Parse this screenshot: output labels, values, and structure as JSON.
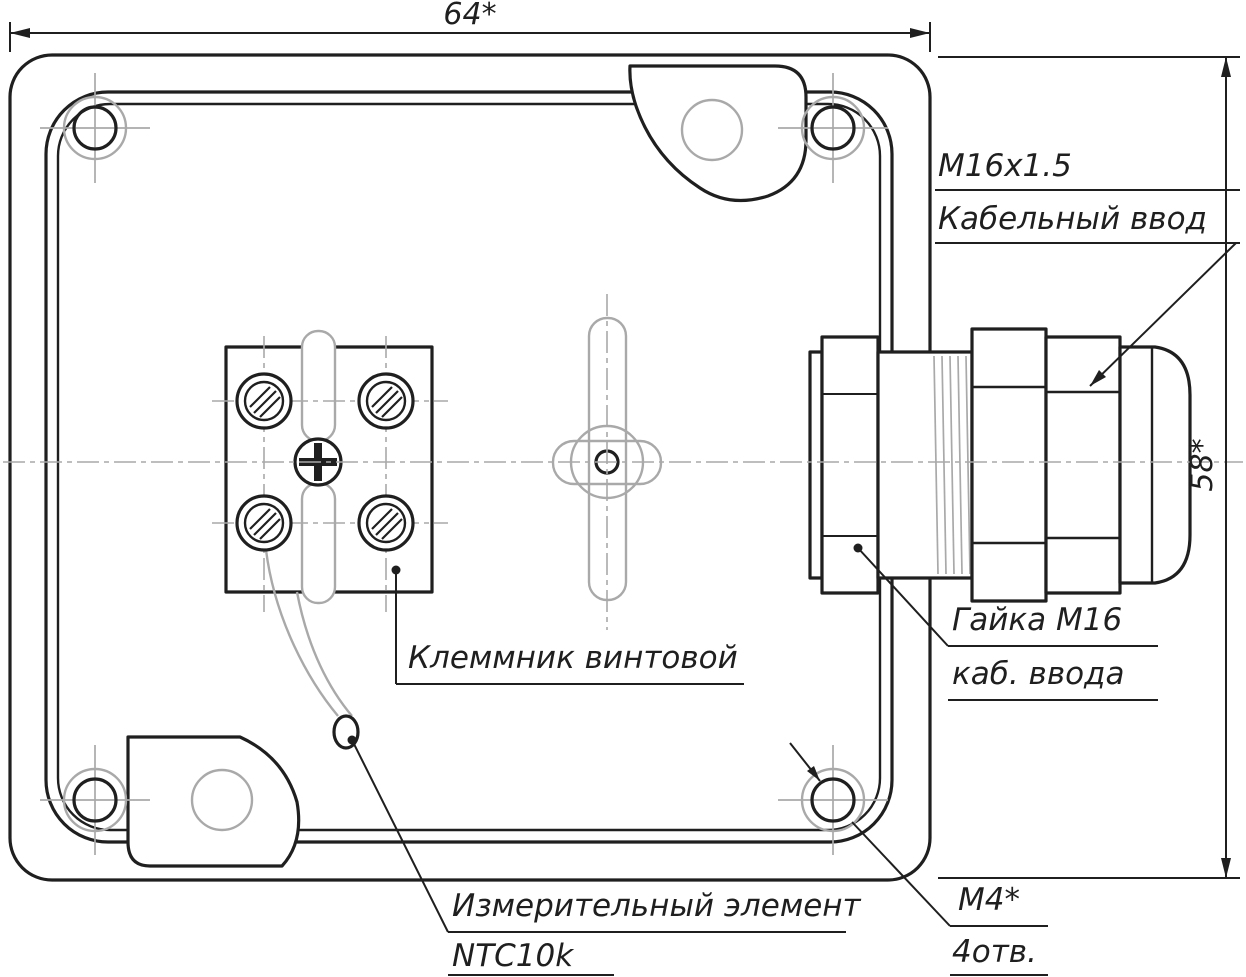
{
  "drawing": {
    "dimensions": {
      "width": "64*",
      "height": "58*"
    },
    "labels": {
      "thread": "M16x1.5",
      "cable_entry": "Кабельный ввод",
      "terminal_block": "Клеммник винтовой",
      "gland_nut_line1": "Гайка M16",
      "gland_nut_line2": "каб. ввода",
      "sensor_line1": "Измерительный элемент",
      "sensor_line2": "NTC10k",
      "mount_holes_line1": "M4*",
      "mount_holes_line2": "4отв."
    },
    "colors": {
      "line": "#1f1f1f",
      "secondary": "#a9a9a9",
      "background": "#ffffff"
    }
  }
}
